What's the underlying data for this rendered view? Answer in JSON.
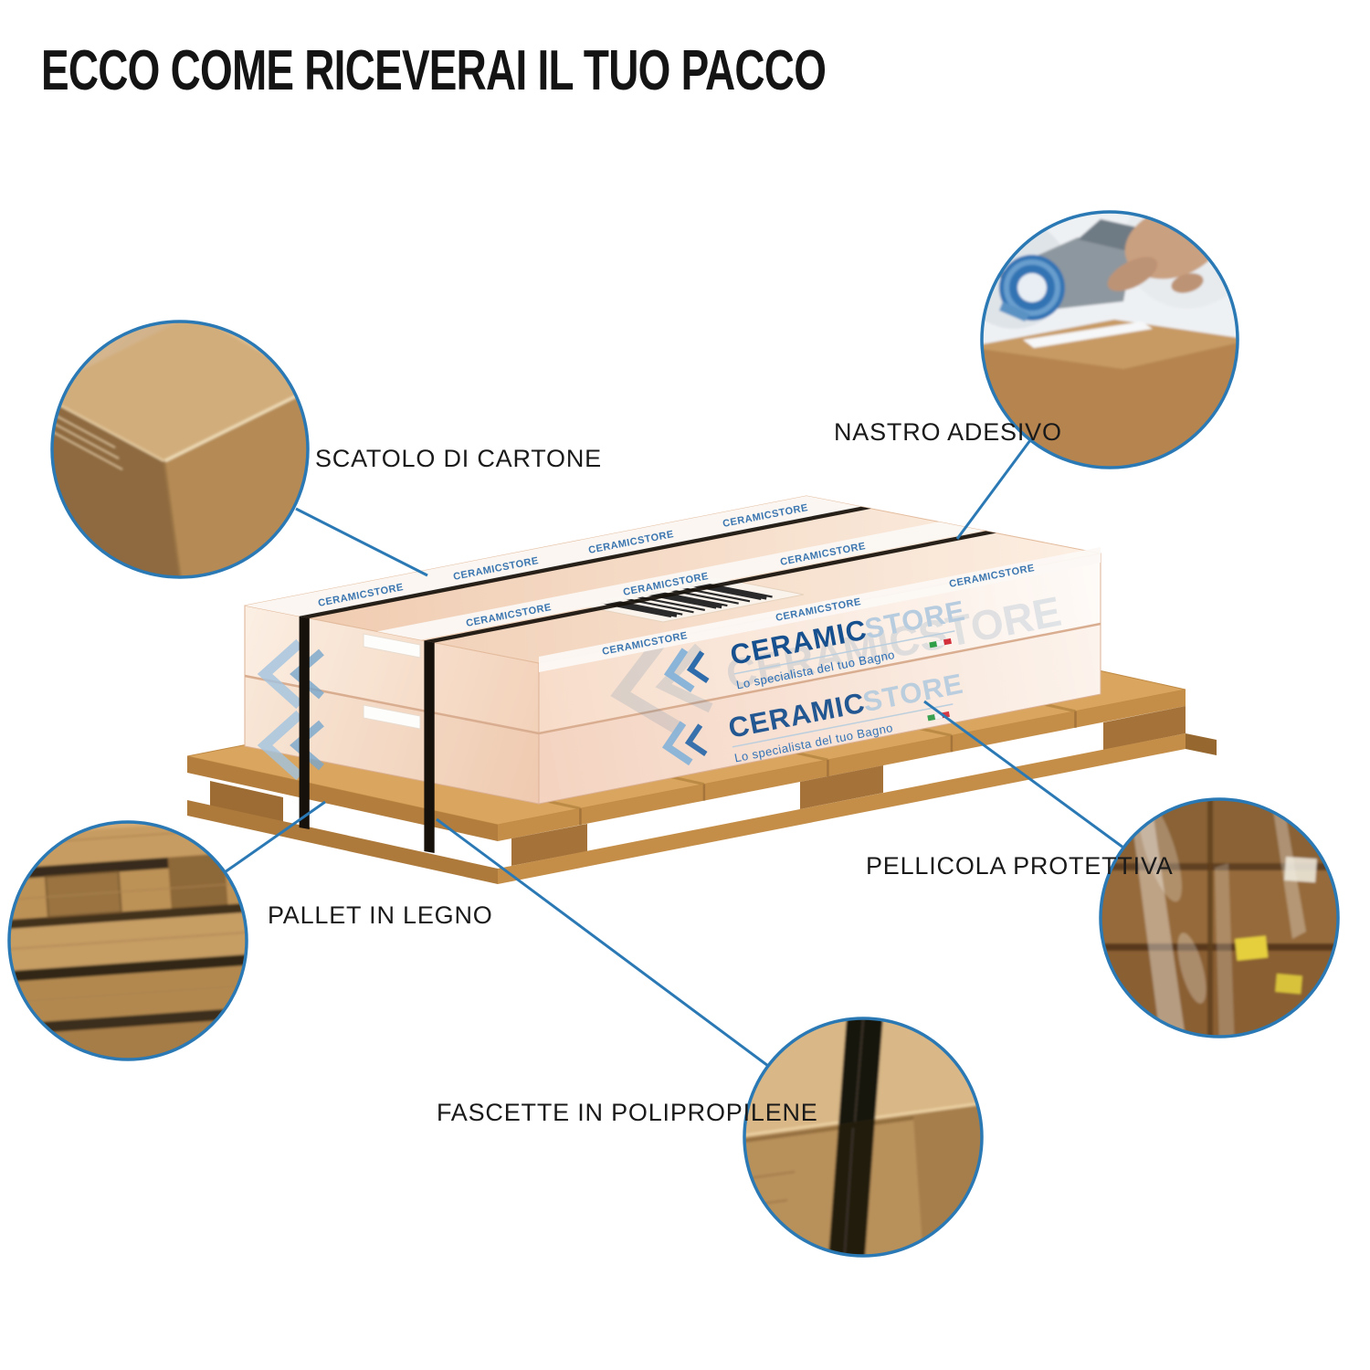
{
  "page": {
    "title": "ECCO COME RICEVERAI IL TUO PACCO"
  },
  "brand": {
    "logo_bold": "CERAMIC",
    "logo_light": "STORE",
    "tagline": "Lo specialista del tuo Bagno",
    "tape_logo": "CERAMICSTORE"
  },
  "callouts": {
    "scatolo": {
      "label": "SCATOLO DI CARTONE"
    },
    "nastro": {
      "label": "NASTRO ADESIVO"
    },
    "pallet": {
      "label": "PALLET IN LEGNO"
    },
    "pellicola": {
      "label": "PELLICOLA PROTETTIVA"
    },
    "fascette": {
      "label": "FASCETTE IN POLIPROPILENE"
    }
  },
  "colors": {
    "connector_blue": "#2a79b5",
    "box_top": "#f3d2ba",
    "box_front": "#fdf5ef",
    "pallet_wood": "#d9a55f",
    "strap_black": "#17110b",
    "logo_blue": "#17508f"
  }
}
